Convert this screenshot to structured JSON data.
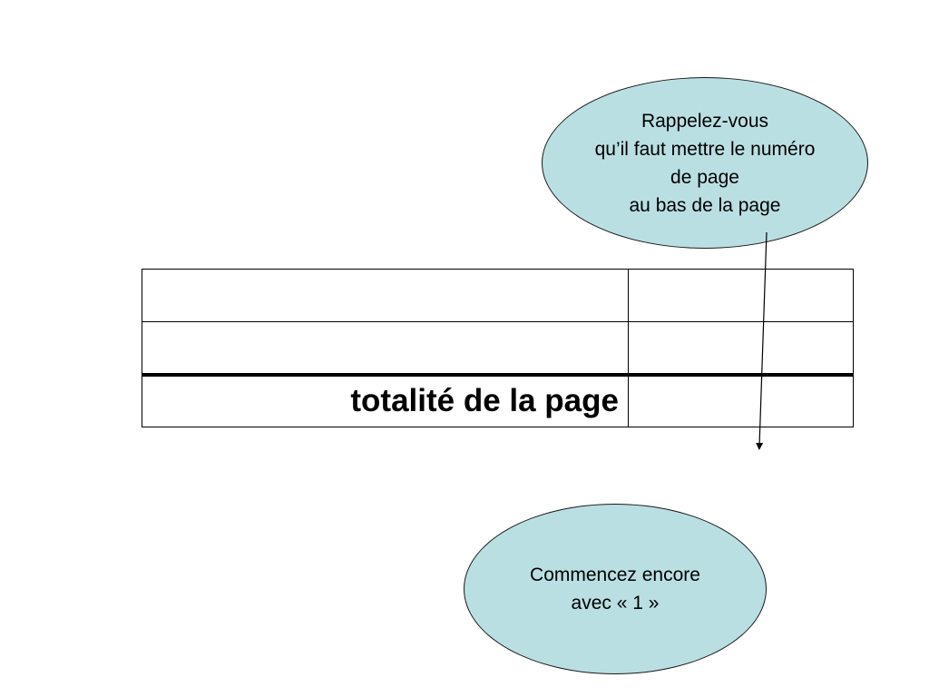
{
  "callout_top": {
    "lines": [
      "Rappelez-vous",
      "qu’il faut mettre le numéro",
      "de page",
      "au bas de la page"
    ]
  },
  "table": {
    "rows": [
      [
        "",
        ""
      ],
      [
        "",
        ""
      ],
      [
        "totalité de la page",
        ""
      ]
    ]
  },
  "callout_bottom": {
    "lines": [
      "Commencez encore",
      "avec « 1 »"
    ]
  },
  "colors": {
    "callout_fill": "#badfe3",
    "border": "#000000"
  }
}
